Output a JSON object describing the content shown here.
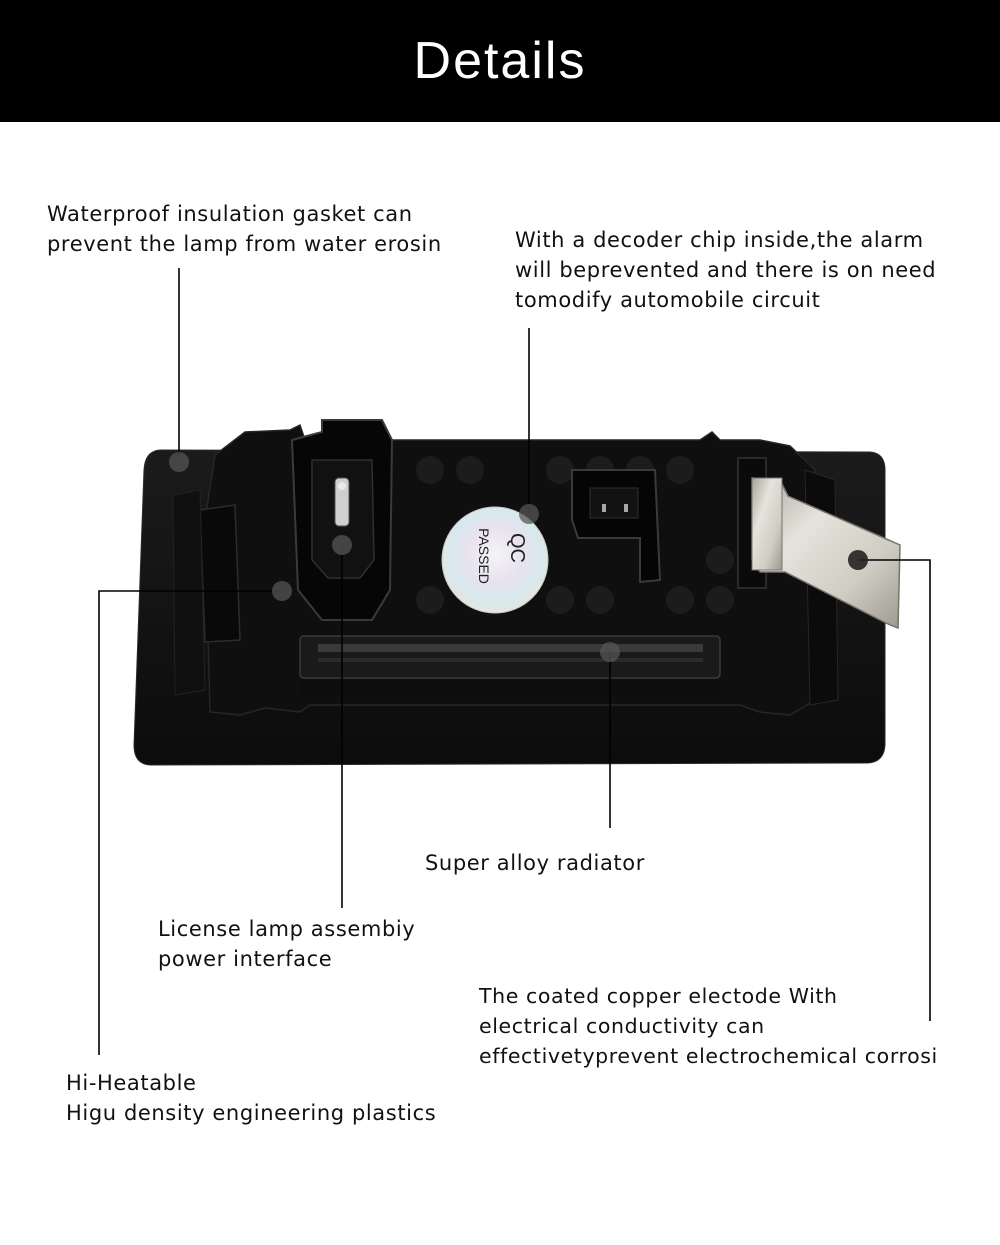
{
  "header": {
    "title": "Details"
  },
  "callouts": {
    "gasket": {
      "line1": "Waterproof insulation gasket can",
      "line2": "prevent the lamp from water erosin"
    },
    "decoder": {
      "line1": "With a decoder chip inside,the alarm",
      "line2": "will beprevented and there is on need",
      "line3": "tomodify automobile circuit"
    },
    "radiator": {
      "line1": "Super alloy radiator"
    },
    "power": {
      "line1": "License lamp assembiy",
      "line2": "power interface"
    },
    "copper": {
      "line1": "The coated copper electode With",
      "line2": "electrical conductivity can",
      "line3": "effectivetyprevent electrochemical corrosi"
    },
    "plastics": {
      "line1": "Hi-Heatable",
      "line2": "Higu density engineering plastics"
    }
  },
  "qc_sticker": {
    "line1": "QC",
    "line2": "PASSED"
  },
  "colors": {
    "header_bg": "#000000",
    "header_text": "#ffffff",
    "body_text": "#111111",
    "lamp_body": "#141414",
    "metal_tab": "#c9c6bd"
  }
}
